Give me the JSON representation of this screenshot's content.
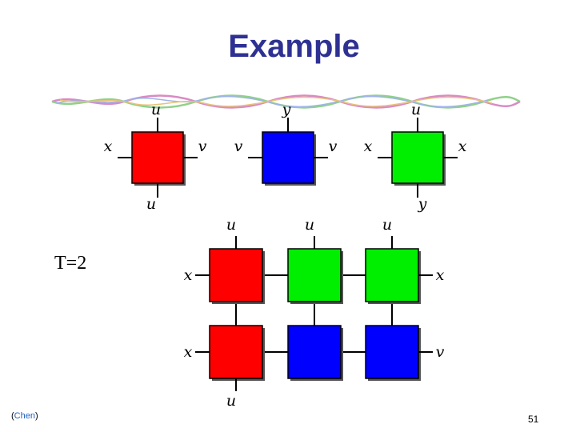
{
  "title": "Example",
  "t_label": "T=2",
  "credit": {
    "open": "(",
    "name": "Chen",
    "close": ")"
  },
  "page_number": "51",
  "colors": {
    "red": "#ff0000",
    "blue": "#0000ff",
    "green": "#00ee00",
    "title": "#2e3192"
  },
  "tiles_top": [
    {
      "color": "red",
      "labels": {
        "top": "u",
        "left": "x",
        "right": "v",
        "bottom": "u"
      }
    },
    {
      "color": "blue",
      "labels": {
        "top": "y",
        "left": "v",
        "right": "v"
      }
    },
    {
      "color": "green",
      "labels": {
        "top": "u",
        "left": "x",
        "right": "x",
        "bottom": "y"
      }
    }
  ],
  "grid": {
    "rows": [
      [
        "red",
        "green",
        "green"
      ],
      [
        "red",
        "blue",
        "blue"
      ]
    ],
    "top_labels": [
      "u",
      "u",
      "u"
    ],
    "left_labels": [
      "x",
      "x"
    ],
    "right_labels": [
      "x",
      "v"
    ],
    "bottom_labels": [
      "u"
    ]
  }
}
